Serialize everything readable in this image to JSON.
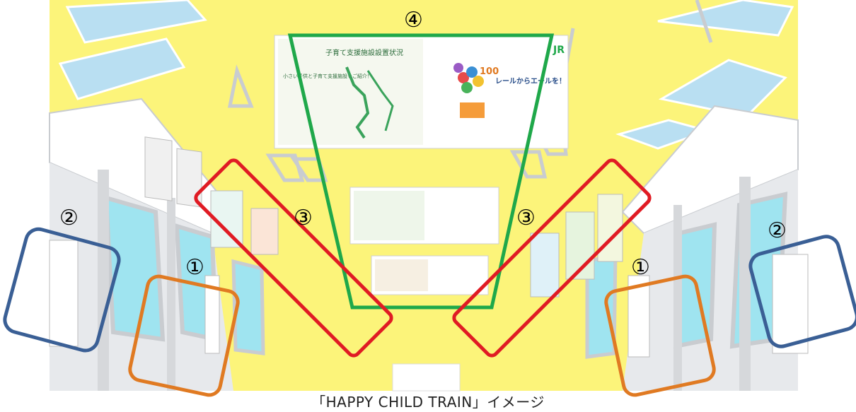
{
  "caption": "「HAPPY CHILD TRAIN」イメージ",
  "markers": {
    "m1": "①",
    "m2": "②",
    "m3": "③",
    "m4": "④"
  },
  "poster_main": {
    "left_title": "子育て支援施設設置状況",
    "left_heading": "小さい子供と子育て支援施設をご紹介！",
    "brand": "JR",
    "number": "100",
    "right_title": "レールからエールを！"
  },
  "colors": {
    "background": "#fcf47a",
    "window": "#b9dff2",
    "door_glass": "#9fe4f0",
    "frame": "#c9ccd0",
    "highlight_4": "#1fa84a",
    "highlight_3": "#e01b24",
    "highlight_2": "#3a5f95",
    "highlight_1": "#e07a22"
  }
}
